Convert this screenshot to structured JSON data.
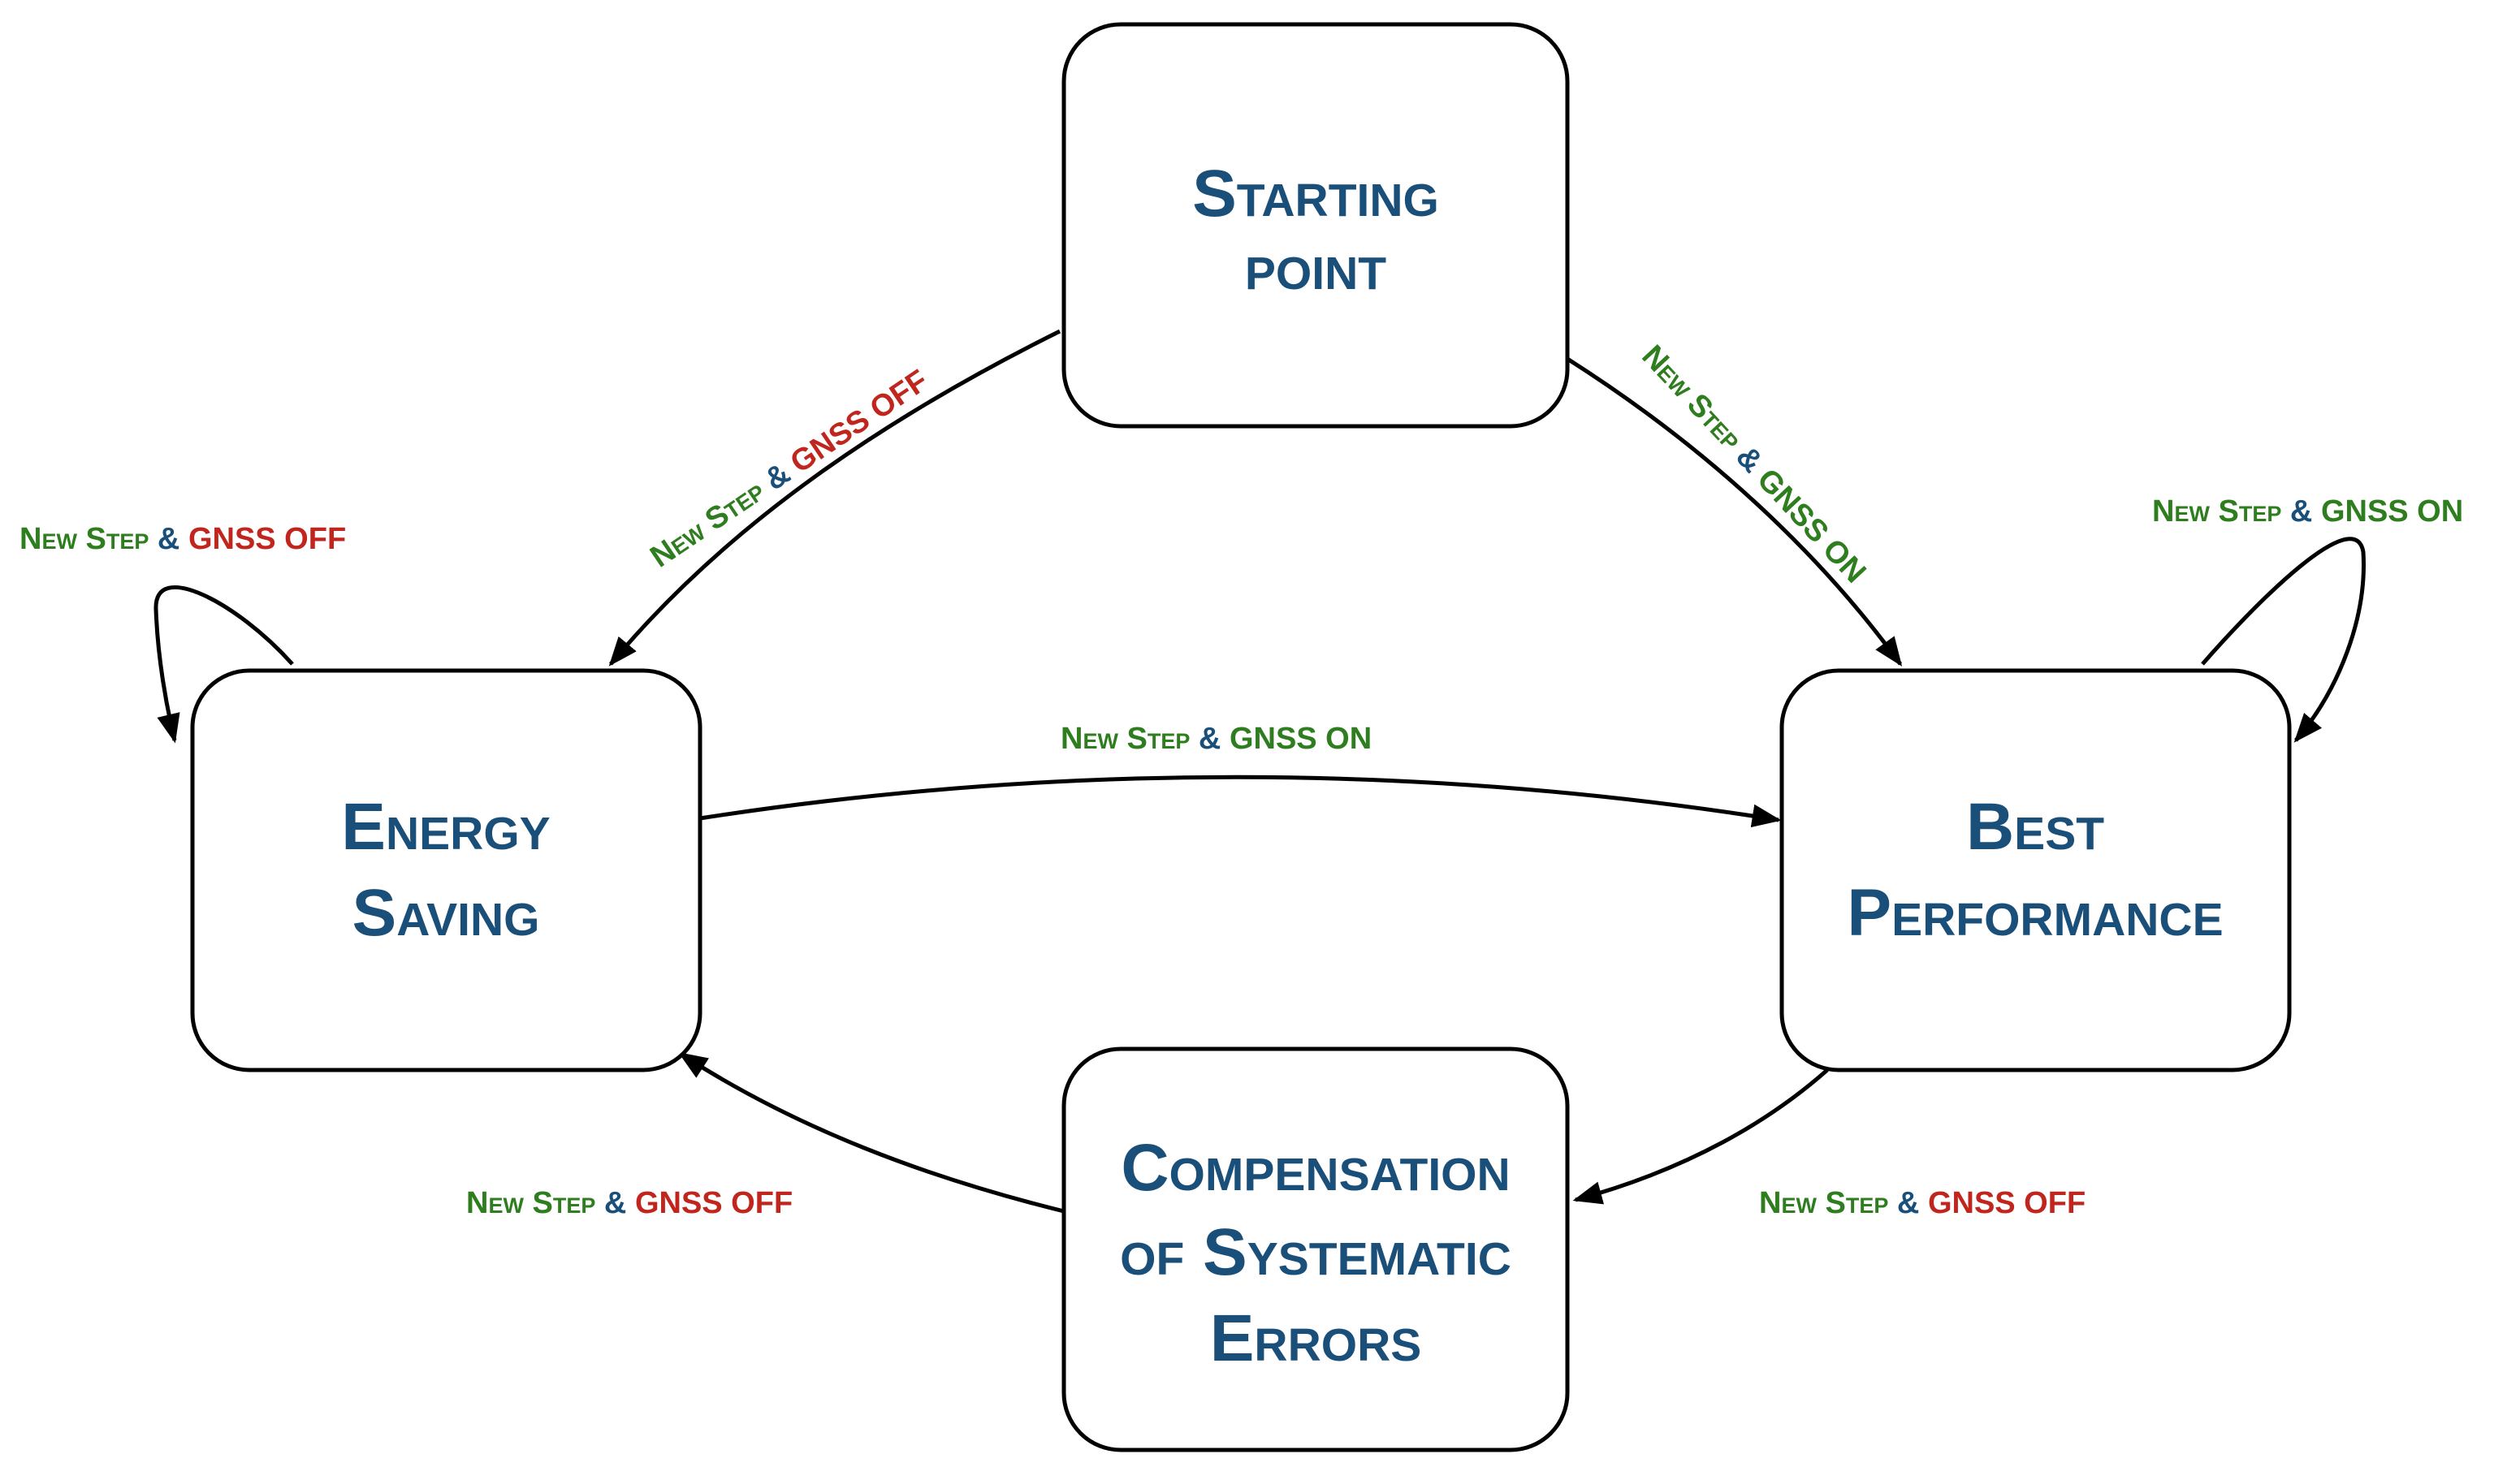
{
  "colors": {
    "state_text": "#1a4f7a",
    "label_green": "#2e7d1e",
    "label_blue": "#1a4f7a",
    "label_red": "#c0261d"
  },
  "states": {
    "starting": {
      "line1": "Starting",
      "line2": "point"
    },
    "energy": {
      "line1": "Energy",
      "line2": "Saving"
    },
    "best": {
      "line1": "Best",
      "line2": "Performance"
    },
    "compensation": {
      "line1": "Compensation",
      "line2": "of Systematic",
      "line3": "Errors"
    }
  },
  "transitions": {
    "start_to_energy": {
      "step": "New Step",
      "amp": "&",
      "gnss": "GNSS OFF"
    },
    "start_to_best": {
      "step": "New Step",
      "amp": "&",
      "gnss": "GNSS ON"
    },
    "energy_self": {
      "step": "New Step",
      "amp": "&",
      "gnss": "GNSS OFF"
    },
    "best_self": {
      "step": "New Step",
      "amp": "&",
      "gnss": "GNSS ON"
    },
    "energy_to_best": {
      "step": "New Step",
      "amp": "&",
      "gnss": "GNSS ON"
    },
    "best_to_comp": {
      "step": "New Step",
      "amp": "&",
      "gnss": "GNSS OFF"
    },
    "comp_to_energy": {
      "step": "New Step",
      "amp": "&",
      "gnss": "GNSS OFF"
    }
  }
}
